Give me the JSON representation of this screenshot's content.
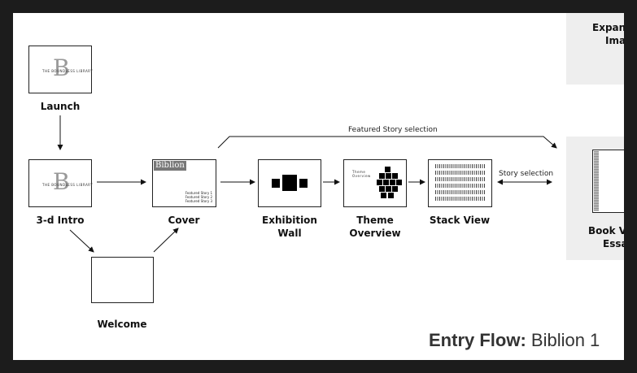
{
  "title": {
    "bold": "Entry Flow:",
    "rest": "Biblion 1"
  },
  "nodes": {
    "launch": {
      "label": "Launch",
      "logo_letter": "B",
      "logo_text": "THE BOUNDLESS LIBRARY"
    },
    "intro": {
      "label": "3-d Intro",
      "logo_letter": "B",
      "logo_text": "THE BOUNDLESS LIBRARY"
    },
    "cover": {
      "label": "Cover",
      "brand": "Biblion",
      "featured": [
        "Featured Story 1",
        "Featured Story 2",
        "Featured Story 3"
      ]
    },
    "welcome": {
      "label": "Welcome"
    },
    "exhibition": {
      "label_line1": "Exhibition",
      "label_line2": "Wall"
    },
    "theme": {
      "label_line1": "Theme",
      "label_line2": "Overview",
      "inner_line1": "Theme",
      "inner_line2": "Overview"
    },
    "stack": {
      "label": "Stack View"
    },
    "book": {
      "label_line1": "Book V",
      "label_line2": "Essa"
    },
    "expand": {
      "label_line1": "Expand",
      "label_line2": "Imag"
    }
  },
  "edges": {
    "featured_story_selection": "Featured Story selection",
    "story_selection": "Story selection"
  }
}
